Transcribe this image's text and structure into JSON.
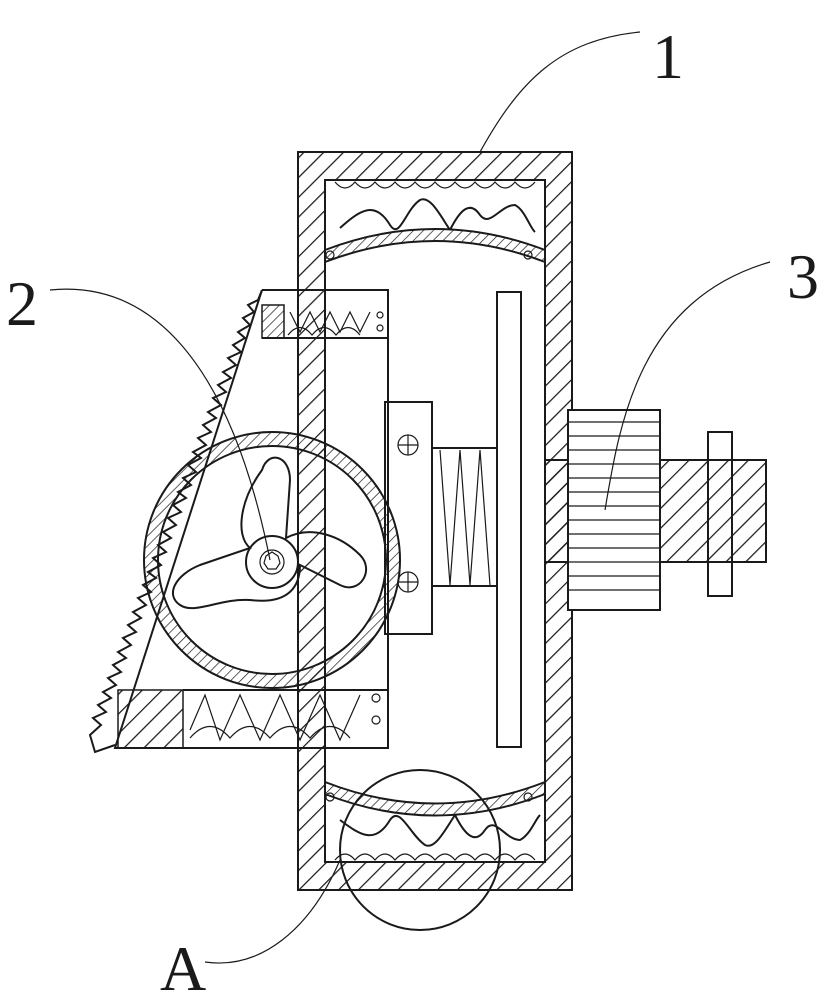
{
  "diagram": {
    "labels": {
      "housing": "1",
      "rotor": "2",
      "shaft": "3",
      "detail": "A"
    }
  }
}
